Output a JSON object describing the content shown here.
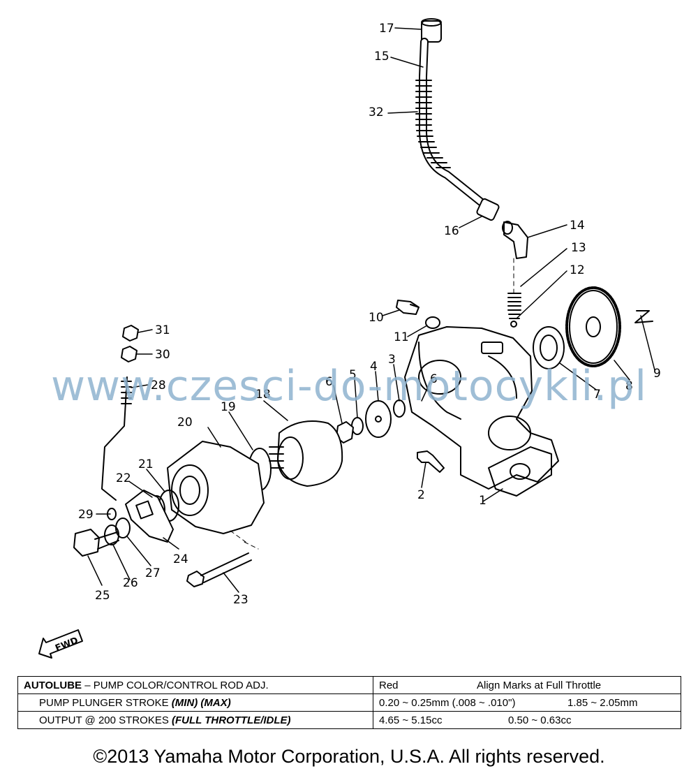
{
  "callouts": [
    {
      "id": "17",
      "text": "17"
    },
    {
      "id": "15",
      "text": "15"
    },
    {
      "id": "32",
      "text": "32"
    },
    {
      "id": "16",
      "text": "16"
    },
    {
      "id": "14",
      "text": "14"
    },
    {
      "id": "13",
      "text": "13"
    },
    {
      "id": "12",
      "text": "12"
    },
    {
      "id": "10",
      "text": "10"
    },
    {
      "id": "11",
      "text": "11"
    },
    {
      "id": "9",
      "text": "9"
    },
    {
      "id": "31",
      "text": "31"
    },
    {
      "id": "30",
      "text": "30"
    },
    {
      "id": "28",
      "text": "28"
    },
    {
      "id": "18",
      "text": "18"
    },
    {
      "id": "6a",
      "text": "6"
    },
    {
      "id": "5",
      "text": "5"
    },
    {
      "id": "4",
      "text": "4"
    },
    {
      "id": "3",
      "text": "3"
    },
    {
      "id": "6b",
      "text": "6"
    },
    {
      "id": "7",
      "text": "7"
    },
    {
      "id": "8",
      "text": "8"
    },
    {
      "id": "20",
      "text": "20"
    },
    {
      "id": "19",
      "text": "19"
    },
    {
      "id": "21",
      "text": "21"
    },
    {
      "id": "22",
      "text": "22"
    },
    {
      "id": "29",
      "text": "29"
    },
    {
      "id": "2",
      "text": "2"
    },
    {
      "id": "1",
      "text": "1"
    },
    {
      "id": "24",
      "text": "24"
    },
    {
      "id": "27",
      "text": "27"
    },
    {
      "id": "26",
      "text": "26"
    },
    {
      "id": "25",
      "text": "25"
    },
    {
      "id": "23",
      "text": "23"
    }
  ],
  "watermark": "www.czesci-do-motocykli.pl",
  "fwd_label": "FWD",
  "spec_table": {
    "row1": {
      "bold": "AUTOLUBE",
      "rest": " – PUMP COLOR/CONTROL ROD ADJ.",
      "col2a": "Red",
      "col2b": "Align Marks at Full Throttle"
    },
    "row2": {
      "label": "PUMP PLUNGER STROKE ",
      "label_italic": "(MIN) (MAX)",
      "col2a": "0.20 ~ 0.25mm (.008 ~ .010\")",
      "col2b": "1.85 ~ 2.05mm"
    },
    "row3": {
      "label": "OUTPUT @ 200 STROKES ",
      "label_italic": "(FULL THROTTLE/IDLE)",
      "col2a": "4.65 ~ 5.15cc",
      "col2b": "0.50 ~ 0.63cc"
    }
  },
  "copyright": "©2013 Yamaha Motor Corporation, U.S.A. All rights reserved."
}
